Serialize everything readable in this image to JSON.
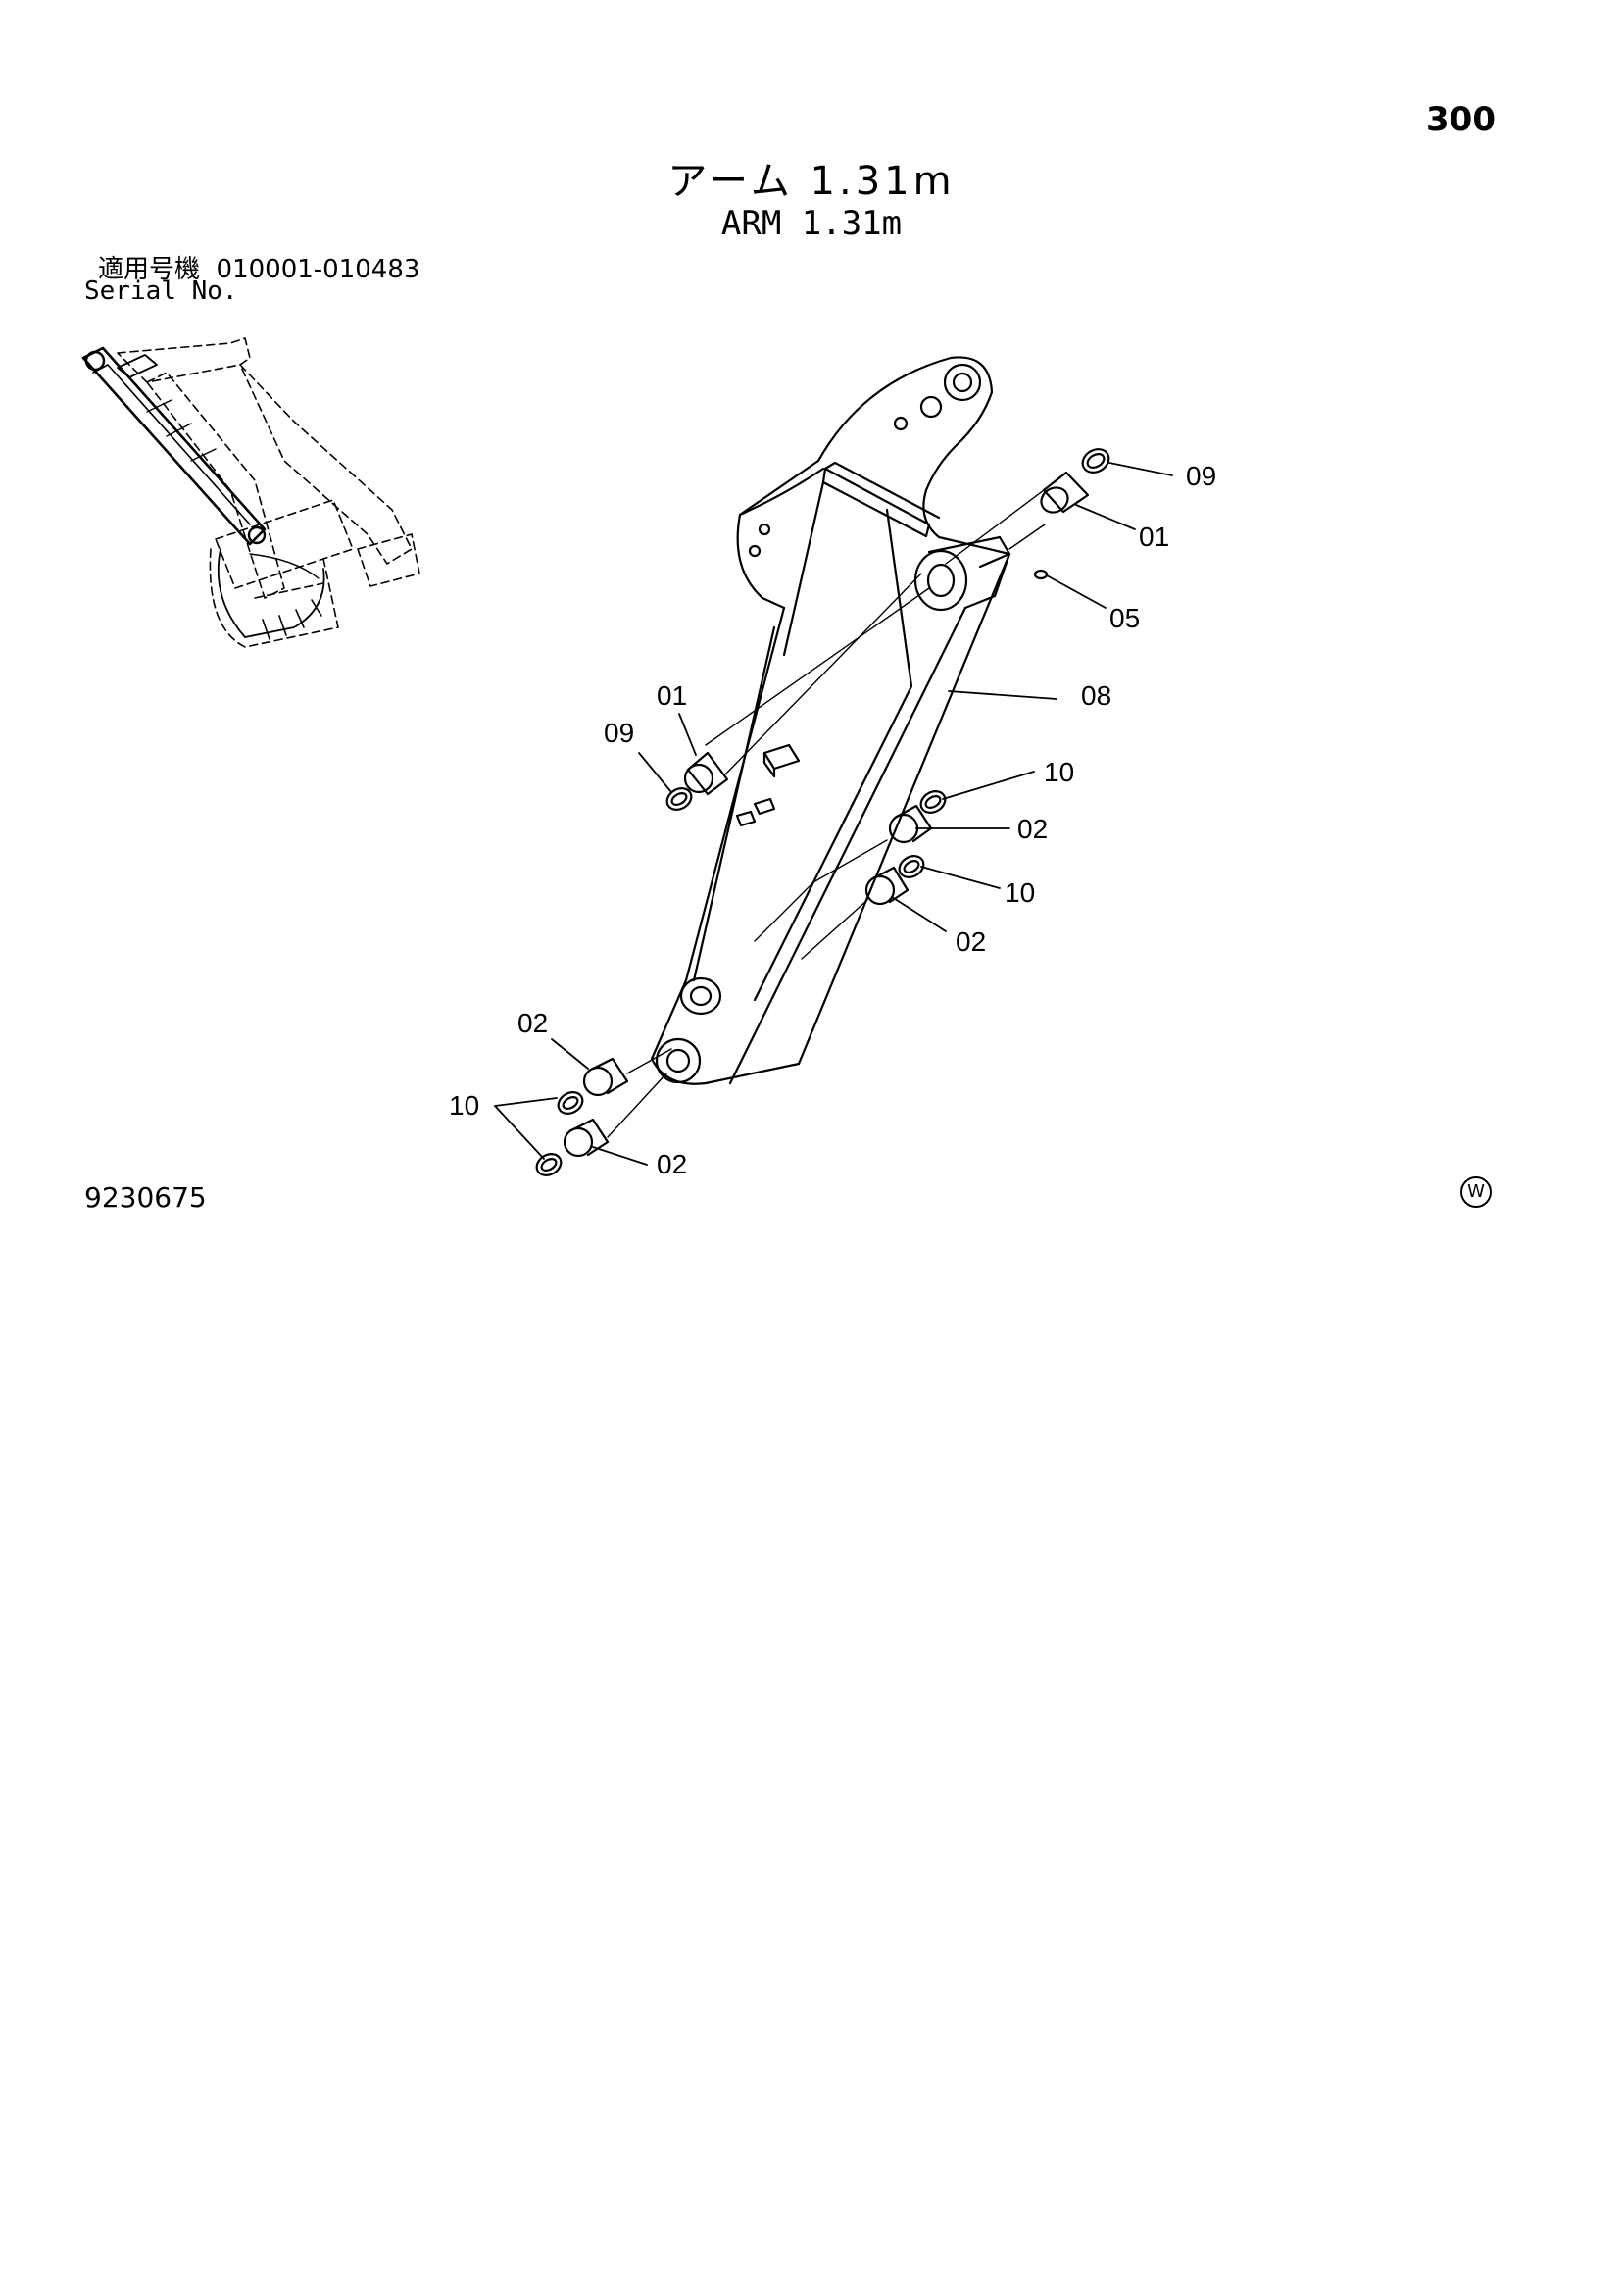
{
  "page": {
    "number": "300",
    "title_jp": "アーム 1.31m",
    "title_en": "ARM 1.31m",
    "serial_label_jp": "適用号機",
    "serial_range": "010001-010483",
    "serial_label_en": "Serial No.",
    "drawing_number": "9230675",
    "corner_mark": "W"
  },
  "callouts": {
    "c09_top": "09",
    "c01_top": "01",
    "c05": "05",
    "c08": "08",
    "c01_mid": "01",
    "c09_mid": "09",
    "c10_a": "10",
    "c02_a": "02",
    "c10_b": "10",
    "c02_b": "02",
    "c02_c": "02",
    "c10_c": "10",
    "c02_d": "02"
  }
}
